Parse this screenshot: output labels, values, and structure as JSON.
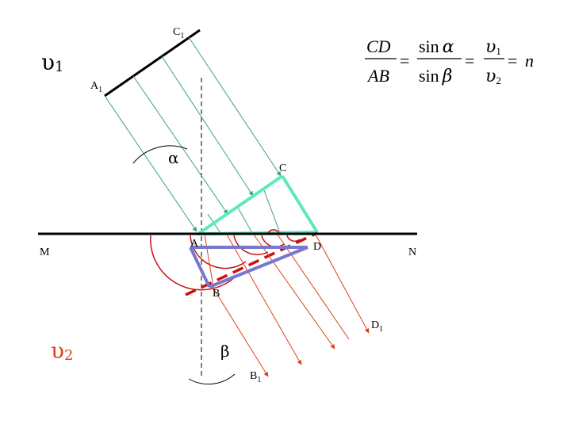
{
  "labels": {
    "v1": "υ",
    "v1_sub": "1",
    "v2": "υ",
    "v2_sub": "2",
    "alpha": "α",
    "beta": "β",
    "C1": "C",
    "C1_sub": "1",
    "A1": "A",
    "A1_sub": "1",
    "C": "C",
    "A": "A",
    "D": "D",
    "B": "B",
    "M": "M",
    "N": "N",
    "D1": "D",
    "D1_sub": "1",
    "B1": "B",
    "B1_sub": "1"
  },
  "formula": {
    "cd": "CD",
    "ab": "AB",
    "eq": "=",
    "sin": "sin",
    "alpha": "α",
    "beta": "β",
    "v": "υ",
    "sub1": "1",
    "sub2": "2",
    "n": "n"
  },
  "colors": {
    "incident_rays": "#3aa37a",
    "wavefront_incident": "#5ee8c0",
    "refracted_rays": "#e0401a",
    "wavefront_refracted": "#7777cc",
    "arcs": "#cc1010",
    "v2_label": "#e0401a"
  }
}
